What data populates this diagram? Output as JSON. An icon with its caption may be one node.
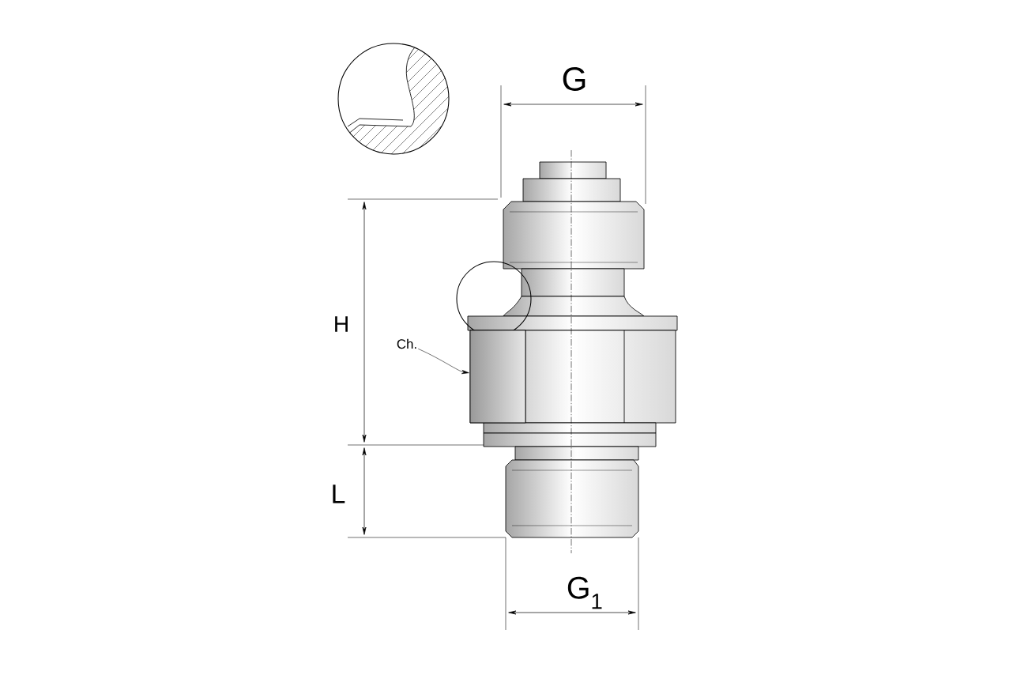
{
  "diagram": {
    "nodes": [
      {
        "text": [
          "Ch."
        ]
      },
      {
        "text": [],
        "shape": "box"
      }
    ],
    "edges": [
      {
        "from": 0,
        "to": 1,
        "arrow": "to"
      }
    ],
    "labels": [
      "G",
      "H",
      "L",
      "G$_{1}$"
    ]
  }
}
